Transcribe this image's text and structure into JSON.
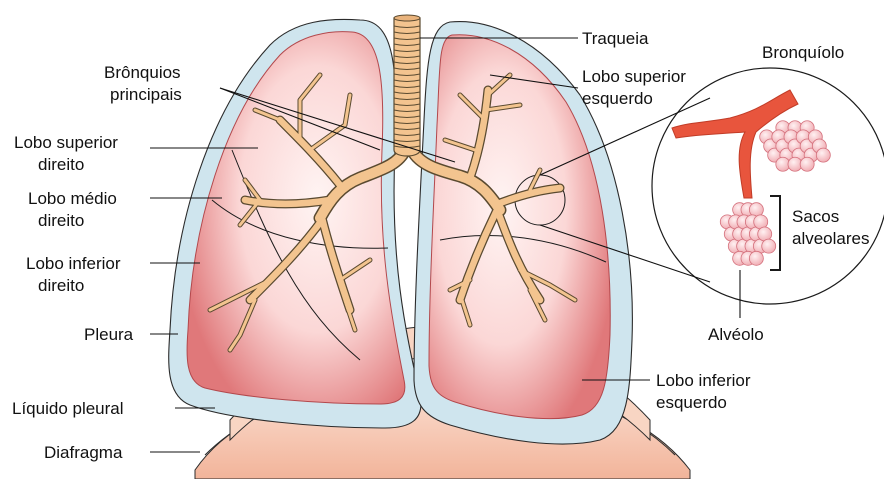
{
  "labels": {
    "traqueia": "Traqueia",
    "bronquios_1": "Brônquios",
    "bronquios_2": "principais",
    "lobo_sup_esq_1": "Lobo superior",
    "lobo_sup_esq_2": "esquerdo",
    "lobo_sup_dir_1": "Lobo superior",
    "lobo_sup_dir_2": "direito",
    "lobo_med_dir_1": "Lobo médio",
    "lobo_med_dir_2": "direito",
    "lobo_inf_dir_1": "Lobo inferior",
    "lobo_inf_dir_2": "direito",
    "pleura": "Pleura",
    "liquido_pleural": "Líquido pleural",
    "diafragma": "Diafragma",
    "lobo_inf_esq_1": "Lobo inferior",
    "lobo_inf_esq_2": "esquerdo",
    "bronquiolo": "Bronquíolo",
    "sacos_1": "Sacos",
    "sacos_2": "alveolares",
    "alveolo": "Alvéolo"
  },
  "colors": {
    "lung_edge": "#e0787a",
    "lung_inner": "#fde6e6",
    "pleura": "#cfe5ee",
    "pleura_edge": "#2b2b2b",
    "bronchi": "#f3c48f",
    "bronchi_edge": "#5a4a30",
    "diaphragm": "#f7c9b2",
    "bronchiole": "#e8553d",
    "alveoli": "#f6c0c4"
  }
}
